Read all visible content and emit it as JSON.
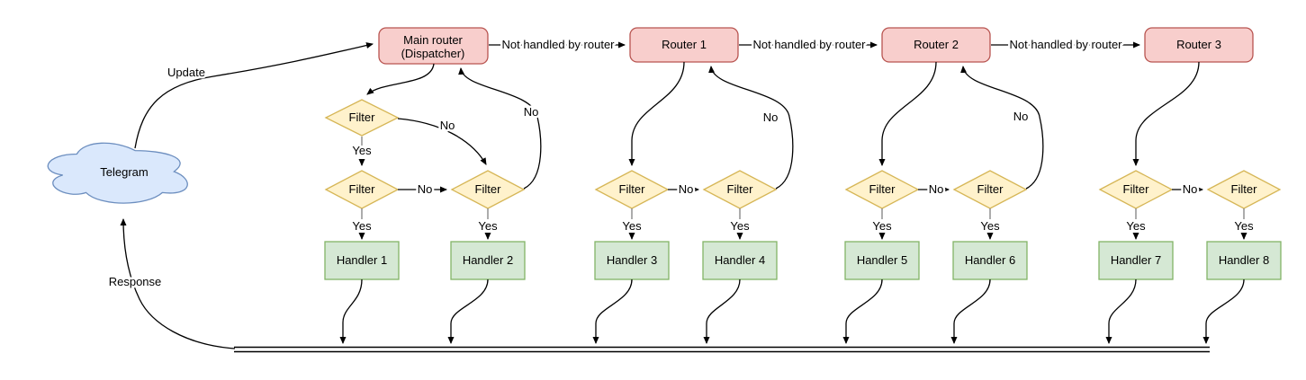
{
  "labels": {
    "telegram": "Telegram",
    "update": "Update",
    "response": "Response",
    "not_handled": "Not handled by router",
    "filter": "Filter",
    "yes": "Yes",
    "no": "No"
  },
  "nodes": {
    "main_router_line1": "Main router",
    "main_router_line2": "(Dispatcher)",
    "router1": "Router 1",
    "router2": "Router 2",
    "router3": "Router 3",
    "handlers": [
      "Handler 1",
      "Handler 2",
      "Handler 3",
      "Handler 4",
      "Handler 5",
      "Handler 6",
      "Handler 7",
      "Handler 8"
    ]
  },
  "colors": {
    "router_fill": "#f8cecc",
    "router_stroke": "#b85450",
    "filter_fill": "#fff2cc",
    "filter_stroke": "#d6b656",
    "handler_fill": "#d5e8d4",
    "handler_stroke": "#82b366",
    "cloud_fill": "#dae8fc",
    "cloud_stroke": "#6c8ebf",
    "edge": "#000000",
    "stub": "#808080"
  }
}
